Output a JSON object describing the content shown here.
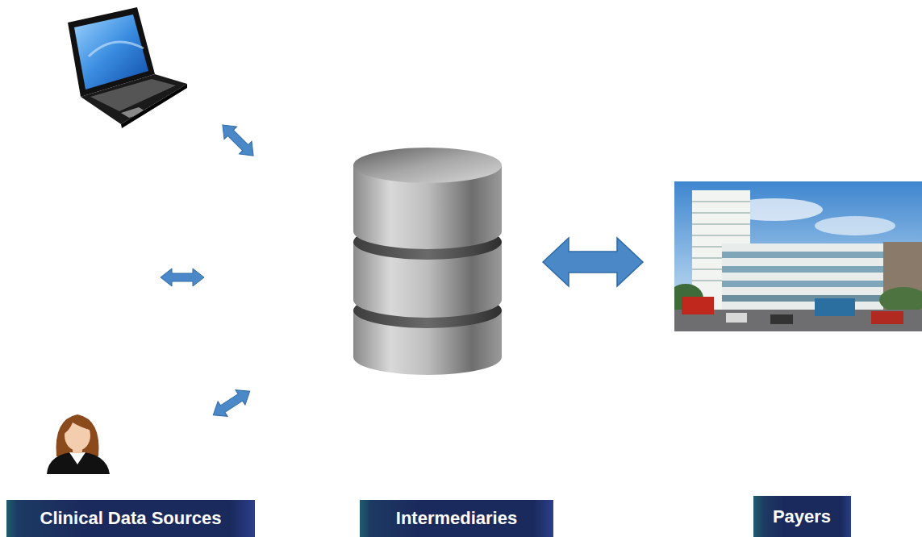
{
  "diagram": {
    "nodes": [
      {
        "text": [
          "Clinical Data Sources"
        ]
      },
      {
        "text": [
          "Intermediaries"
        ]
      },
      {
        "text": [
          "Payers"
        ]
      }
    ]
  }
}
